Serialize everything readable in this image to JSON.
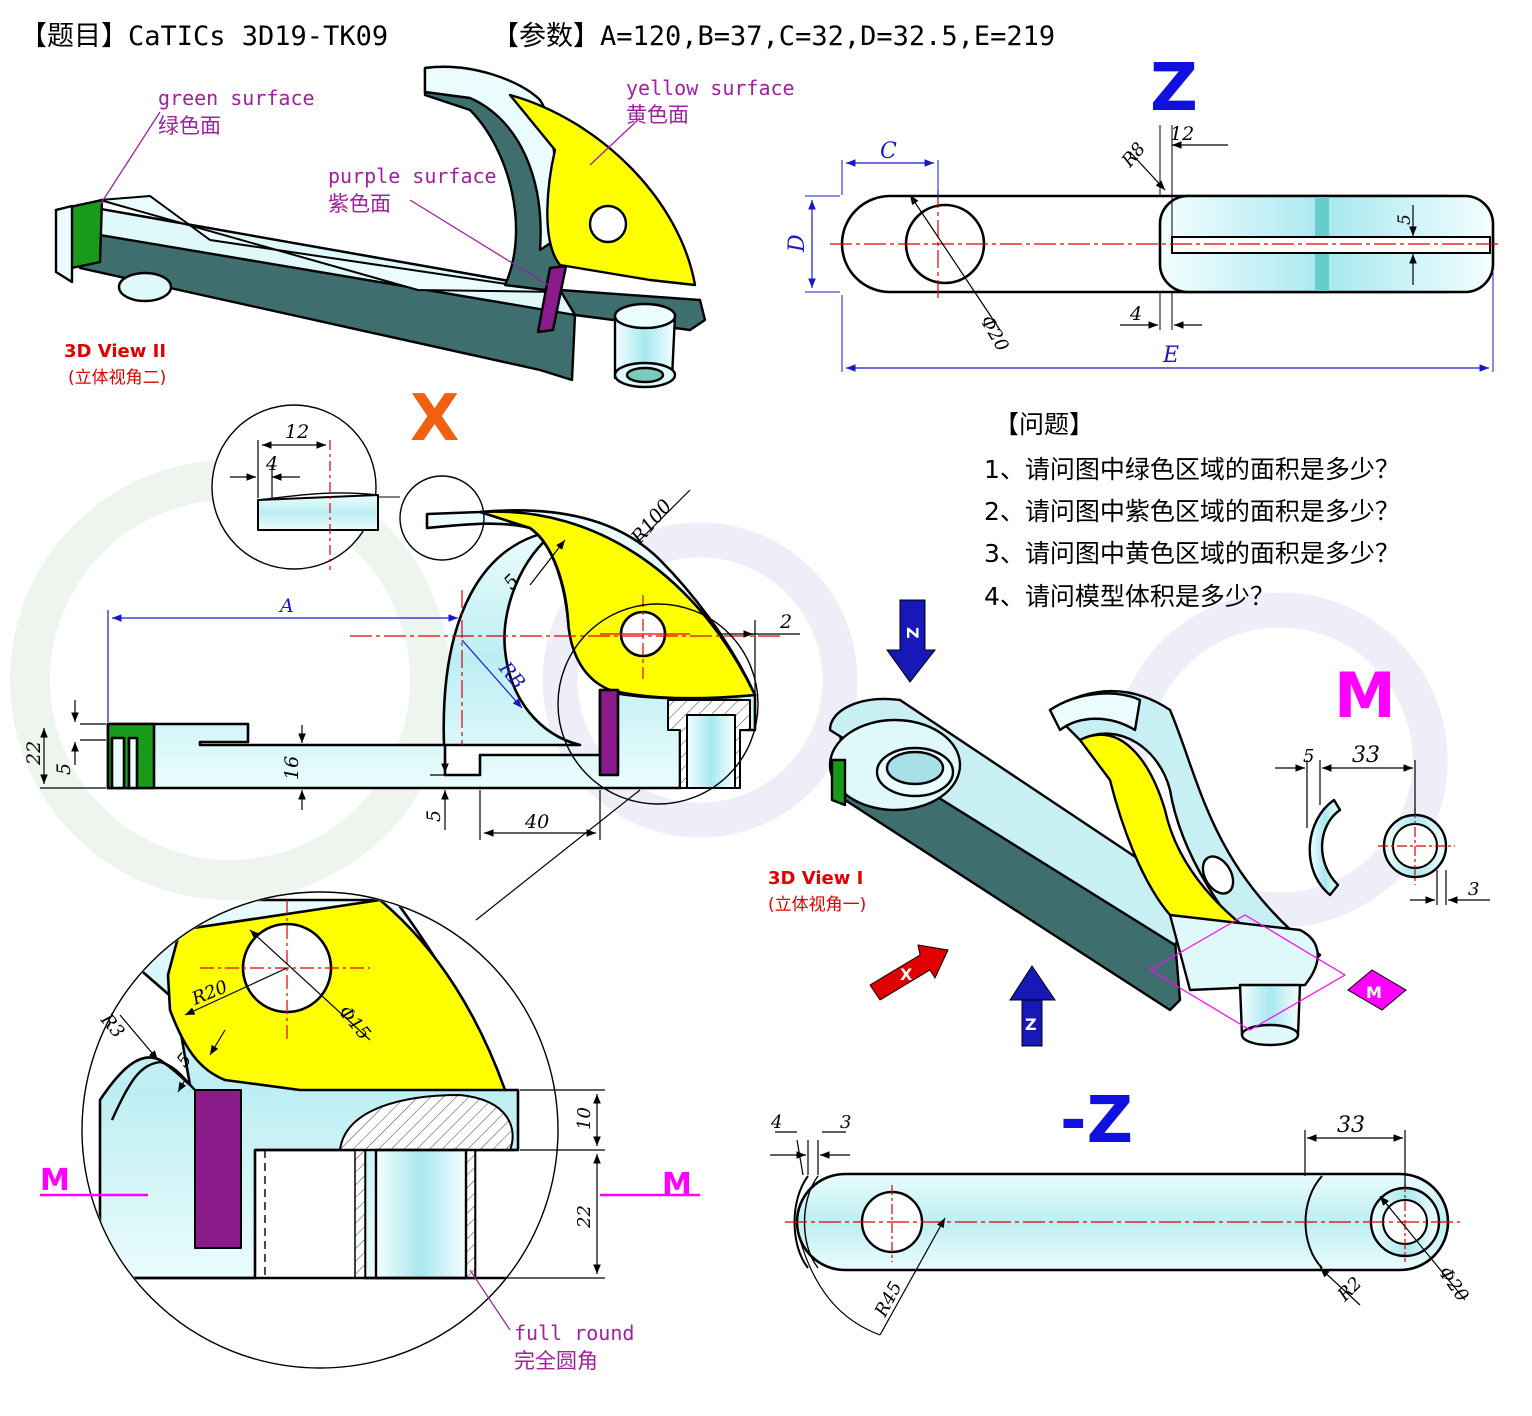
{
  "header": {
    "title_label": "【题目】",
    "title_value": "CaTICs 3D19-TK09",
    "params_label": "【参数】",
    "params_value": "A=120,B=37,C=32,D=32.5,E=219"
  },
  "questions": {
    "heading": "【问题】",
    "items": [
      "1、请问图中绿色区域的面积是多少？",
      "2、请问图中紫色区域的面积是多少？",
      "3、请问图中黄色区域的面积是多少？",
      "4、请问模型体积是多少？"
    ]
  },
  "callouts": {
    "green_en": "green surface",
    "green_zh": "绿色面",
    "purple_en": "purple surface",
    "purple_zh": "紫色面",
    "yellow_en": "yellow surface",
    "yellow_zh": "黄色面",
    "full_round_en": "full round",
    "full_round_zh": "完全圆角"
  },
  "views": {
    "view2_title": "3D View II",
    "view2_sub": "(立体视角二)",
    "view1_title": "3D View I",
    "view1_sub": "(立体视角一)",
    "z_label": "Z",
    "x_label": "X",
    "m_label": "M",
    "neg_z_label": "-Z",
    "section_m": "M",
    "arrow_z": "Z",
    "arrow_x": "X",
    "arrow_m": "M"
  },
  "dims_z": {
    "C": "C",
    "D": "D",
    "E": "E",
    "R8": "R8",
    "d12": "12",
    "d5": "5",
    "d4": "4",
    "phi20": "Φ20"
  },
  "dims_x": {
    "d12": "12",
    "d4": "4",
    "R100": "R100",
    "d5a": "5",
    "A": "A",
    "d2": "2",
    "RB": "RB",
    "d22": "22",
    "d5b": "5",
    "d16": "16",
    "d5c": "5",
    "d40": "40"
  },
  "dims_detail": {
    "R20": "R20",
    "R3": "R3",
    "d5": "5",
    "phi15": "Φ15",
    "d10": "10",
    "d22": "22"
  },
  "dims_m": {
    "d5": "5",
    "d33": "33",
    "d3": "3"
  },
  "dims_negz": {
    "d4": "4",
    "d3": "3",
    "d33": "33",
    "R45": "R45",
    "R2": "R2",
    "phi20": "Φ20"
  },
  "colors": {
    "green": "#1a9a1a",
    "yellow": "#ffff00",
    "purple": "#8b1a8b",
    "cyan": "#c8f4f8",
    "dark_face": "#3e6e6e",
    "dim_blue": "#1818c8",
    "center_red": "#e00000",
    "magenta": "#ff00ff",
    "orange": "#f06010",
    "callout_purple": "#a020a0"
  }
}
